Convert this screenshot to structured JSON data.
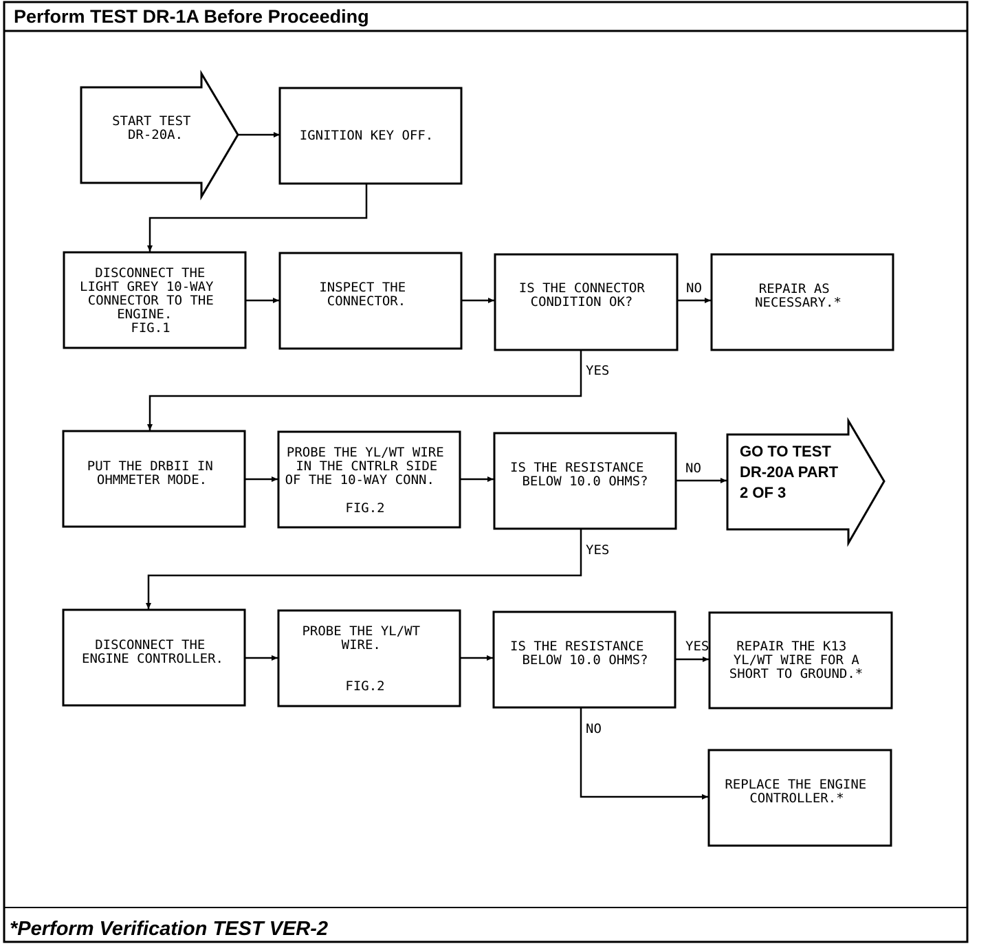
{
  "header": "Perform TEST DR-1A Before Proceeding",
  "footer": "*Perform Verification TEST VER-2",
  "start": [
    "START TEST",
    "DR-20A."
  ],
  "ignition": [
    "IGNITION KEY OFF."
  ],
  "disconnect_grey": [
    "DISCONNECT THE",
    "LIGHT GREY 10-WAY",
    "CONNECTOR TO THE",
    "ENGINE.",
    "FIG.1"
  ],
  "inspect": [
    "INSPECT THE",
    "CONNECTOR."
  ],
  "connector_ok": [
    "IS THE CONNECTOR",
    "CONDITION OK?"
  ],
  "repair_necessary": [
    "REPAIR AS",
    "NECESSARY.*"
  ],
  "put_drbii": [
    "PUT THE DRBII IN",
    "OHMMETER MODE."
  ],
  "probe_cntrlr": [
    "PROBE THE YL/WT WIRE",
    "IN THE CNTRLR SIDE",
    "OF THE 10-WAY CONN."
  ],
  "probe_cntrlr_fig": "FIG.2",
  "resistance_1": [
    "IS THE RESISTANCE",
    "BELOW 10.0 OHMS?"
  ],
  "goto_test": [
    "GO TO TEST",
    "DR-20A PART",
    "2 OF 3"
  ],
  "disconnect_engine": [
    "DISCONNECT THE",
    "ENGINE CONTROLLER."
  ],
  "probe_yl": [
    "PROBE THE YL/WT",
    "WIRE."
  ],
  "probe_yl_fig": "FIG.2",
  "resistance_2": [
    "IS THE RESISTANCE",
    "BELOW 10.0 OHMS?"
  ],
  "repair_k13": [
    "REPAIR THE K13",
    "YL/WT WIRE FOR A",
    "SHORT TO GROUND.*"
  ],
  "replace_controller": [
    "REPLACE THE ENGINE",
    "CONTROLLER.*"
  ],
  "labels": {
    "no_1": "NO",
    "yes_1": "YES",
    "no_2": "NO",
    "yes_2": "YES",
    "yes_3": "YES",
    "no_3": "NO"
  }
}
